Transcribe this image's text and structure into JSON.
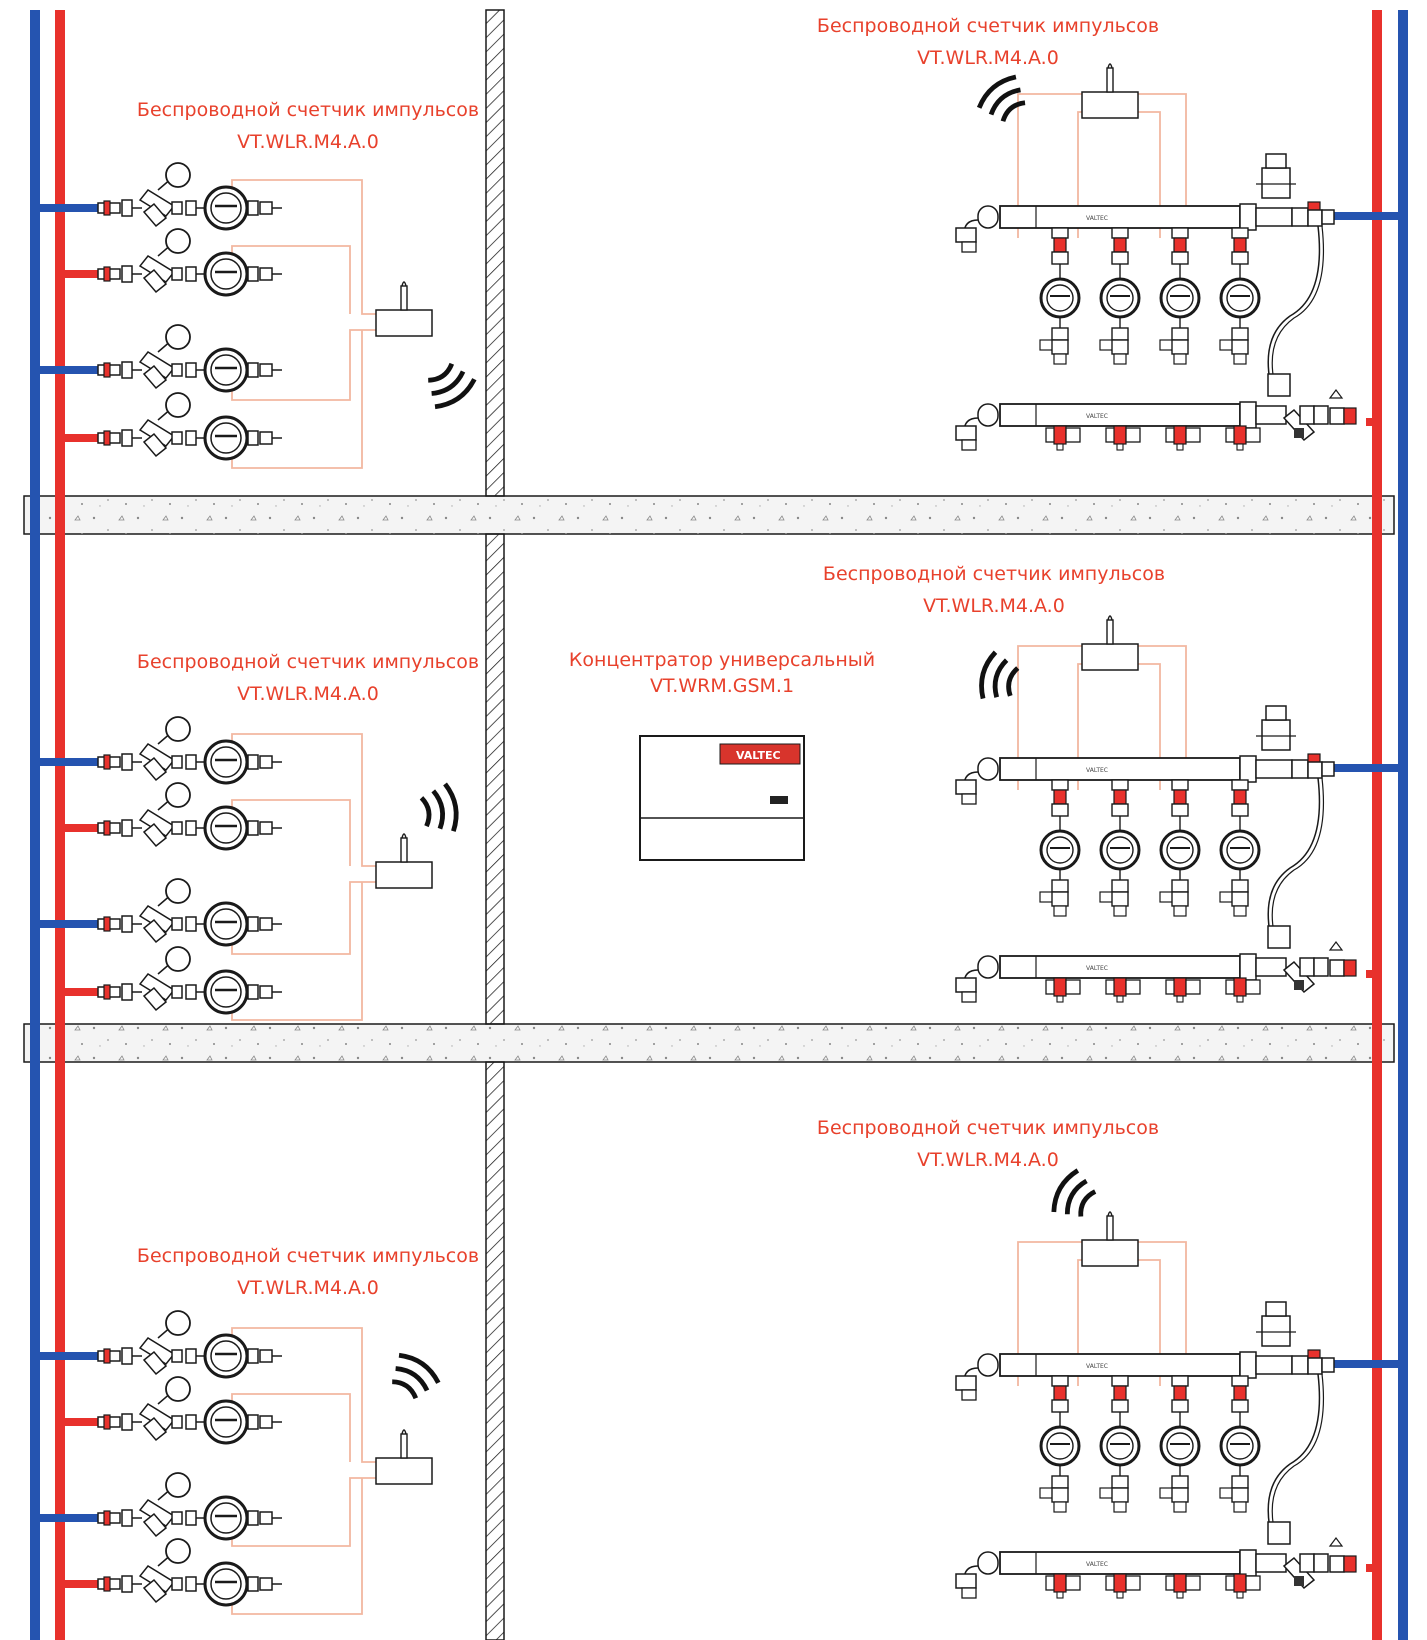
{
  "colors": {
    "cold_pipe": "#2554b0",
    "hot_pipe": "#e8312c",
    "label": "#e8412c",
    "wire": "#f2b7a0",
    "line": "#1a1a1a",
    "slab": "#f4f4f4",
    "brand_bg": "#d8342c"
  },
  "labels": {
    "pulse_counter_name": "Беспроводной счетчик импульсов",
    "pulse_counter_code": "VT.WLR.M4.A.0",
    "concentrator_name": "Концентратор универсальный",
    "concentrator_code": "VT.WRM.GSM.1",
    "brand": "VALTEC"
  },
  "icons": {
    "meter_assembly": "water-meter-icon",
    "sensor_box": "pulse-counter-icon",
    "signal": "radio-signal-icon",
    "manifold": "manifold-icon",
    "concentrator": "gsm-concentrator-icon"
  }
}
